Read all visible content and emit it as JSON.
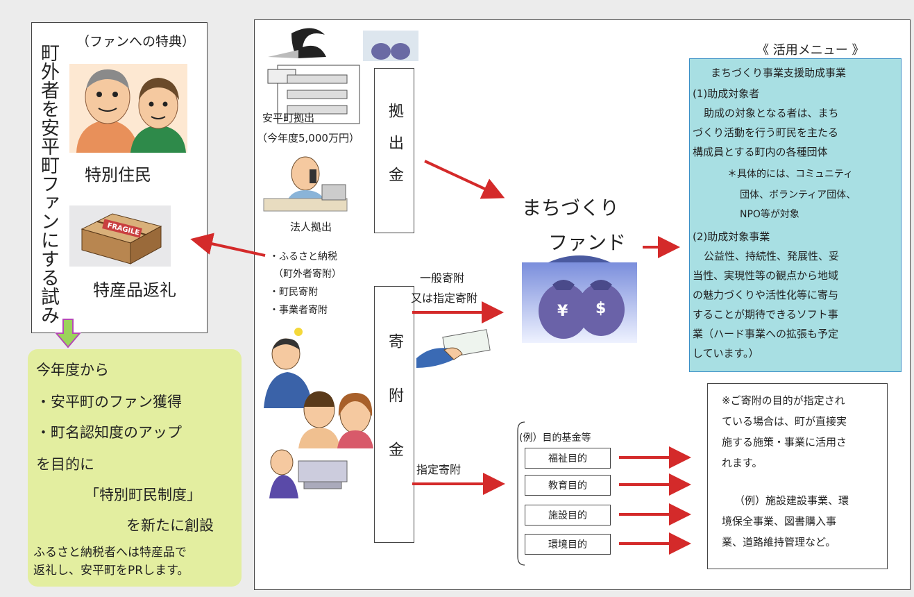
{
  "left_panel": {
    "vertical_title": "町外者を安平町ファンにする試み",
    "benefit_caption": "（ファンへの特典）",
    "special_resident": "特別住民",
    "gift_return": "特産品返礼",
    "fragile_label": "FRAGILE"
  },
  "green_box": {
    "lines": [
      "今年度から",
      "・安平町のファン獲得",
      "・町名認知度のアップ",
      "を目的に",
      "「特別町民制度」",
      "を新たに創設"
    ],
    "note": [
      "ふるさと納税者へは特産品で",
      "返礼し、安平町をPRします。"
    ]
  },
  "contribution": {
    "column_label": "拠出金",
    "town": "安平町拠出",
    "amount": "（今年度5,000万円）",
    "corporate": "法人拠出"
  },
  "donation": {
    "column_label": "寄附金",
    "sources": [
      "・ふるさと納税",
      "（町外者寄附）",
      "・町民寄附",
      "・事業者寄附"
    ],
    "general_1": "一般寄附",
    "general_2": "又は指定寄附",
    "designated": "指定寄附"
  },
  "fund": {
    "line1": "まちづくり",
    "line2": "ファンド",
    "yen": "¥",
    "dollar": "$"
  },
  "menu": {
    "title": "《 活用メニュー 》",
    "heading": "まちづくり事業支援助成事業",
    "item1": "(1)助成対象者",
    "item1_text": [
      "助成の対象となる者は、まち",
      "づくり活動を行う町民を主たる",
      "構成員とする町内の各種団体"
    ],
    "item1_note": [
      "＊具体的には、コミュニティ",
      "団体、ボランティア団体、",
      "NPO等が対象"
    ],
    "item2": "(2)助成対象事業",
    "item2_text": [
      "公益性、持続性、発展性、妥",
      "当性、実現性等の観点から地域",
      "の魅力づくりや活性化等に寄与",
      "することが期待できるソフト事",
      "業（ハード事業への拡張も予定",
      "しています。）"
    ]
  },
  "purpose_funds": {
    "title": "(例）目的基金等",
    "items": [
      "福祉目的",
      "教育目的",
      "施設目的",
      "環境目的"
    ]
  },
  "note_box": {
    "lines": [
      "※ご寄附の目的が指定され",
      "ている場合は、町が直接実",
      "施する施策・事業に活用さ",
      "れます。"
    ],
    "example": [
      "（例）施設建設事業、環",
      "境保全事業、図書購入事",
      "業、道路維持管理など。"
    ]
  },
  "colors": {
    "arrow": "#d42a2a",
    "menu_bg": "#a8dfe3",
    "green_bg": "#e3eea0",
    "menu_border": "#3a8fc6"
  }
}
